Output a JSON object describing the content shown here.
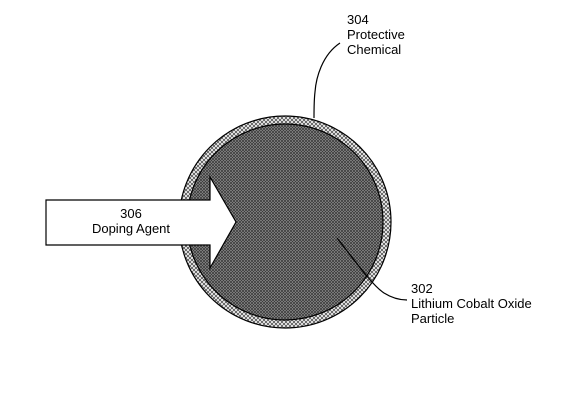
{
  "protective_chemical": {
    "number": "304",
    "line1": "Protective",
    "line2": "Chemical"
  },
  "particle": {
    "number": "302",
    "line1": "Lithium Cobalt Oxide",
    "line2": "Particle"
  },
  "doping_agent": {
    "number": "306",
    "name": "Doping Agent"
  }
}
